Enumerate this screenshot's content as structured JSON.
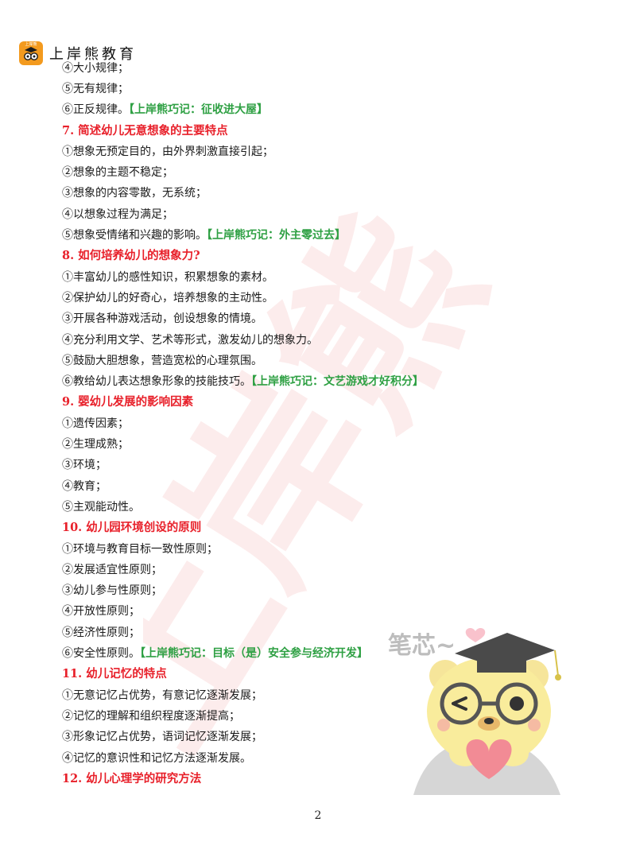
{
  "header": {
    "logo_text": "上岸熊",
    "brand": "上岸熊教育"
  },
  "lines": [
    {
      "type": "item",
      "text": "④大小规律；"
    },
    {
      "type": "item",
      "text": "⑤无有规律；"
    },
    {
      "type": "item",
      "text": "⑥正反规律。",
      "tip": "【上岸熊巧记：征收进大屋】"
    },
    {
      "type": "heading",
      "text": "7. 简述幼儿无意想象的主要特点"
    },
    {
      "type": "item",
      "text": "①想象无预定目的，由外界刺激直接引起；"
    },
    {
      "type": "item",
      "text": "②想象的主题不稳定；"
    },
    {
      "type": "item",
      "text": "③想象的内容零散，无系统；"
    },
    {
      "type": "item",
      "text": "④以想象过程为满足；"
    },
    {
      "type": "item",
      "text": "⑤想象受情绪和兴趣的影响。",
      "tip": "【上岸熊巧记：外主零过去】"
    },
    {
      "type": "heading",
      "text": "8. 如何培养幼儿的想象力?"
    },
    {
      "type": "item",
      "text": "①丰富幼儿的感性知识，积累想象的素材。"
    },
    {
      "type": "item",
      "text": "②保护幼儿的好奇心，培养想象的主动性。"
    },
    {
      "type": "item",
      "text": "③开展各种游戏活动，创设想象的情境。"
    },
    {
      "type": "item",
      "text": "④充分利用文学、艺术等形式，激发幼儿的想象力。"
    },
    {
      "type": "item",
      "text": "⑤鼓励大胆想象，营造宽松的心理氛围。"
    },
    {
      "type": "item",
      "text": "⑥教给幼儿表达想象形象的技能技巧。",
      "tip": "【上岸熊巧记：文艺游戏才好积分】"
    },
    {
      "type": "heading",
      "text": "9. 婴幼儿发展的影响因素"
    },
    {
      "type": "item",
      "text": "①遗传因素；"
    },
    {
      "type": "item",
      "text": "②生理成熟；"
    },
    {
      "type": "item",
      "text": "③环境；"
    },
    {
      "type": "item",
      "text": "④教育；"
    },
    {
      "type": "item",
      "text": "⑤主观能动性。"
    },
    {
      "type": "heading",
      "text": "10. 幼儿园环境创设的原则"
    },
    {
      "type": "item",
      "text": "①环境与教育目标一致性原则；"
    },
    {
      "type": "item",
      "text": "②发展适宜性原则；"
    },
    {
      "type": "item",
      "text": "③幼儿参与性原则；"
    },
    {
      "type": "item",
      "text": "④开放性原则；"
    },
    {
      "type": "item",
      "text": "⑤经济性原则；"
    },
    {
      "type": "item",
      "text": "⑥安全性原则。",
      "tip": "【上岸熊巧记：目标（是）安全参与经济开发】"
    },
    {
      "type": "heading",
      "text": "11. 幼儿记忆的特点"
    },
    {
      "type": "item",
      "text": "①无意记忆占优势，有意记忆逐渐发展；"
    },
    {
      "type": "item",
      "text": "②记忆的理解和组织程度逐渐提高；"
    },
    {
      "type": "item",
      "text": "③形象记忆占优势，语词记忆逐渐发展；"
    },
    {
      "type": "item",
      "text": "④记忆的意识性和记忆方法逐渐发展。"
    },
    {
      "type": "heading",
      "text": "12. 幼儿心理学的研究方法"
    }
  ],
  "mascot": {
    "caption": "笔芯~"
  },
  "watermark": {
    "text": "上岸熊"
  },
  "footer": {
    "page_number": "2"
  },
  "colors": {
    "heading": "#e8202a",
    "tip": "#2ea043",
    "logo": "#f39a1e"
  }
}
